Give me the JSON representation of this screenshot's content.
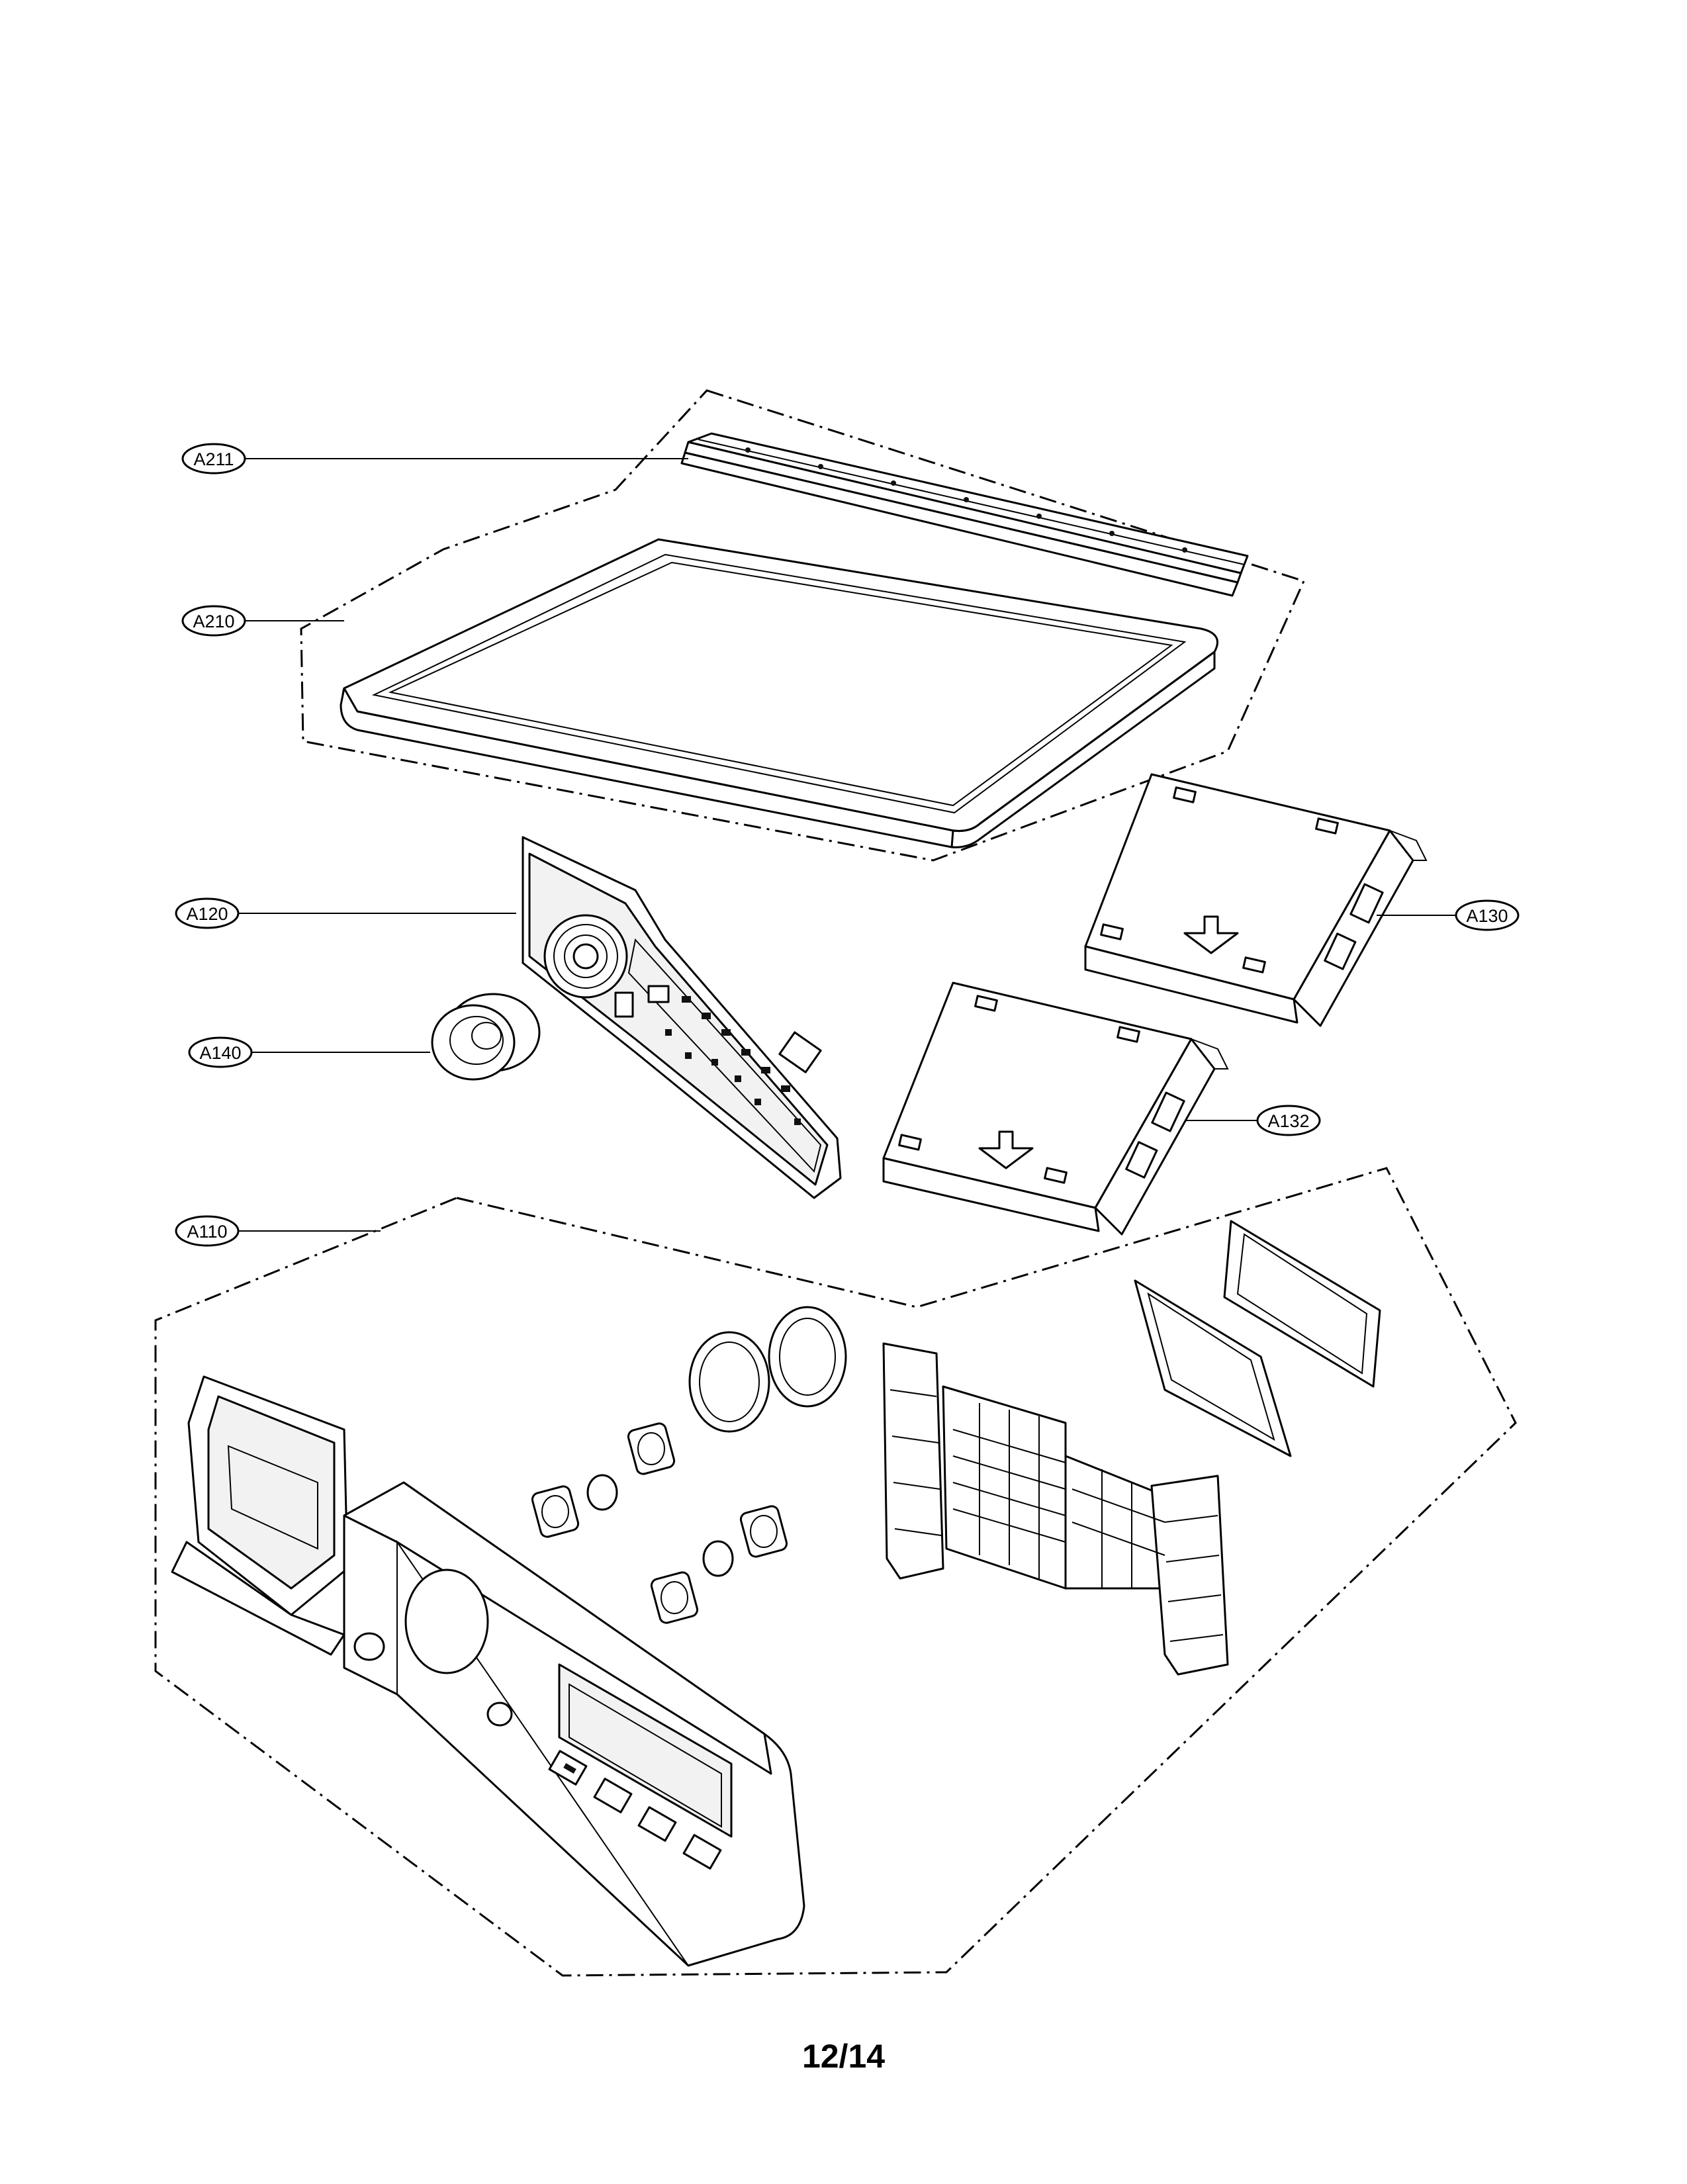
{
  "page": {
    "number_label": "12/14"
  },
  "callouts": [
    {
      "id": "a211",
      "label": "A211"
    },
    {
      "id": "a210",
      "label": "A210"
    },
    {
      "id": "a120",
      "label": "A120"
    },
    {
      "id": "a130",
      "label": "A130"
    },
    {
      "id": "a140",
      "label": "A140"
    },
    {
      "id": "a132",
      "label": "A132"
    },
    {
      "id": "a110",
      "label": "A110"
    }
  ]
}
